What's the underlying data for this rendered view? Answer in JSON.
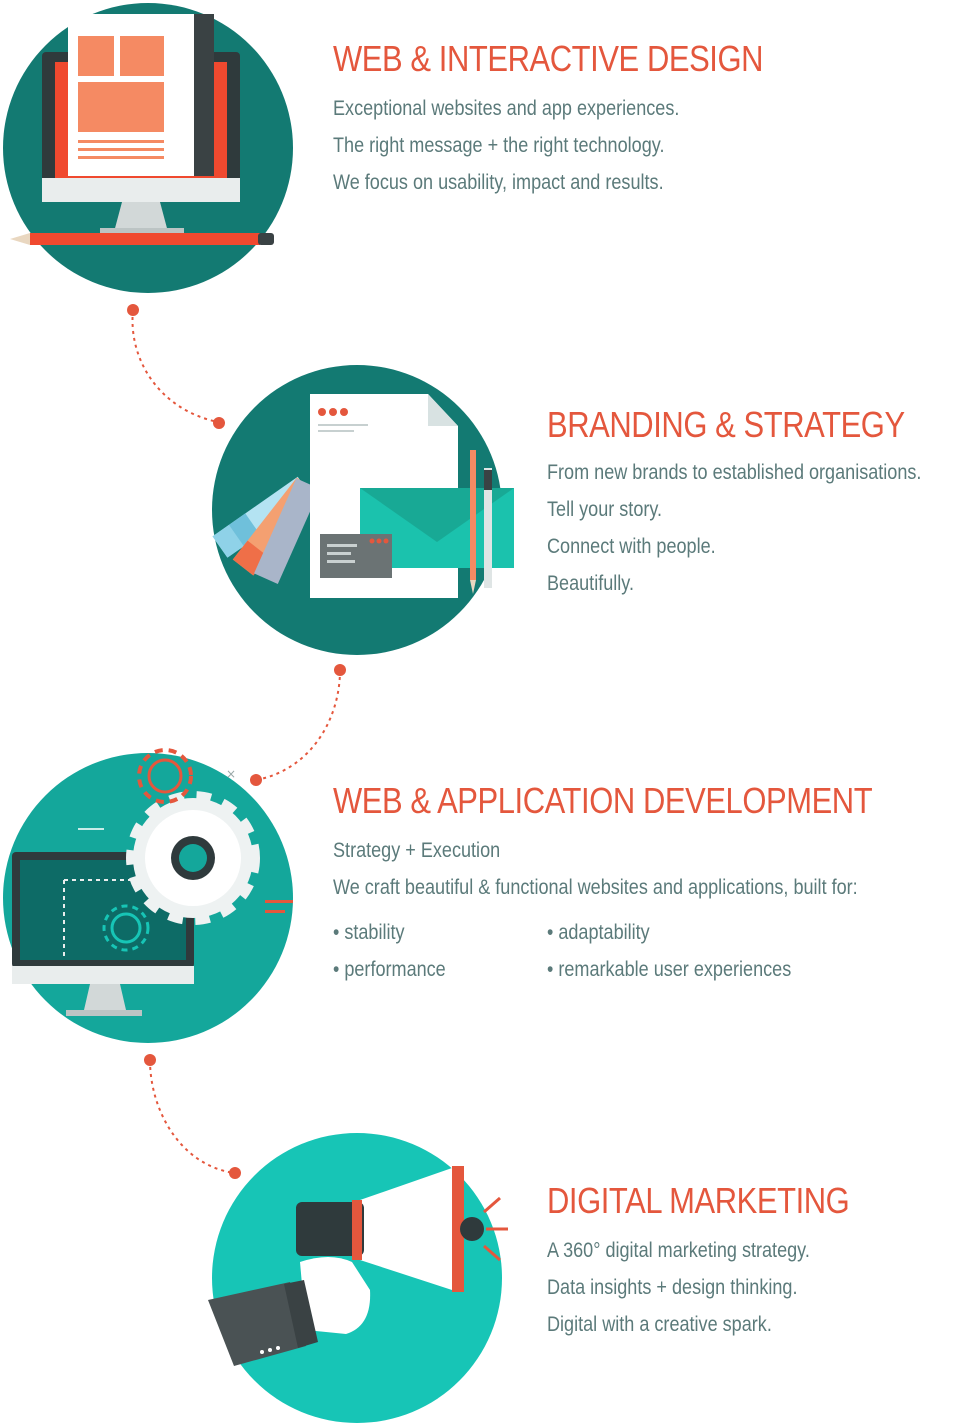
{
  "colors": {
    "accent": "#e4573d",
    "teal_dark": "#137a72",
    "teal": "#14a79b",
    "teal_light": "#17c5b6",
    "text": "#5b7a7a"
  },
  "sections": [
    {
      "title": "WEB & INTERACTIVE DESIGN",
      "icon": "monitor-design-icon",
      "lines": [
        "Exceptional websites and app experiences.",
        "The right message + the right technology.",
        "We focus on usability, impact and results."
      ]
    },
    {
      "title": "BRANDING & STRATEGY",
      "icon": "stationery-branding-icon",
      "lines": [
        "From new brands to established organisations.",
        "Tell your story.",
        "Connect with people.",
        "Beautifully."
      ]
    },
    {
      "title": "WEB & APPLICATION DEVELOPMENT",
      "icon": "gear-monitor-icon",
      "lines": [
        "Strategy + Execution",
        "We craft beautiful & functional websites and applications, built for:"
      ],
      "bullets": [
        "• stability",
        "• adaptability",
        "• performance",
        "• remarkable user experiences"
      ]
    },
    {
      "title": "DIGITAL MARKETING",
      "icon": "megaphone-icon",
      "lines": [
        "A 360° digital marketing strategy.",
        "Data insights + design thinking.",
        "Digital with a creative spark."
      ]
    }
  ]
}
